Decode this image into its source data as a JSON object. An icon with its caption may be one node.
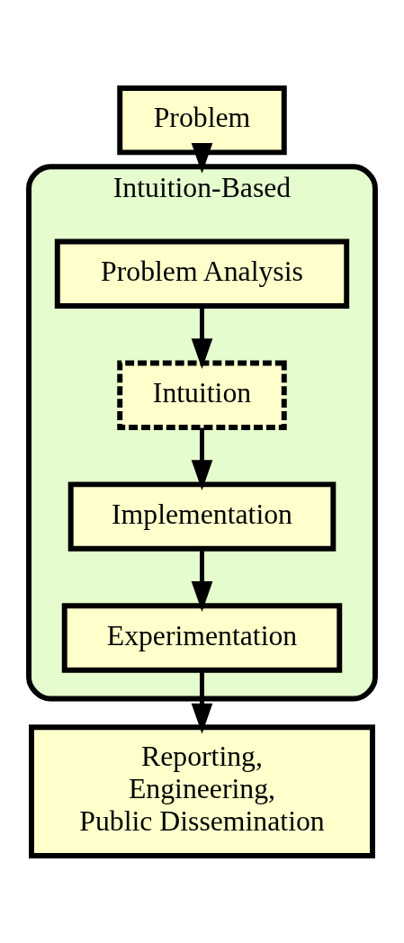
{
  "diagram": {
    "nodes": [
      {
        "text": [
          "Problem"
        ]
      },
      {
        "text": [
          "Intuition-Based"
        ]
      },
      {
        "text": [
          "Problem Analysis"
        ],
        "in": 1
      },
      {
        "text": [
          "Intuition"
        ],
        "in": 1
      },
      {
        "text": [
          "Implementation"
        ],
        "in": 1
      },
      {
        "text": [
          "Experimentation"
        ],
        "in": 1
      },
      {
        "text": [
          "Reporting, Engineering, Public Dissemination"
        ]
      }
    ],
    "edges": [
      {
        "from": 0,
        "to": 1,
        "arrow": "to"
      },
      {
        "from": 2,
        "to": 3,
        "arrow": "to"
      },
      {
        "from": 3,
        "to": 4,
        "arrow": "to"
      },
      {
        "from": 4,
        "to": 5,
        "arrow": "to"
      },
      {
        "from": 5,
        "to": 6,
        "arrow": "to"
      }
    ]
  }
}
